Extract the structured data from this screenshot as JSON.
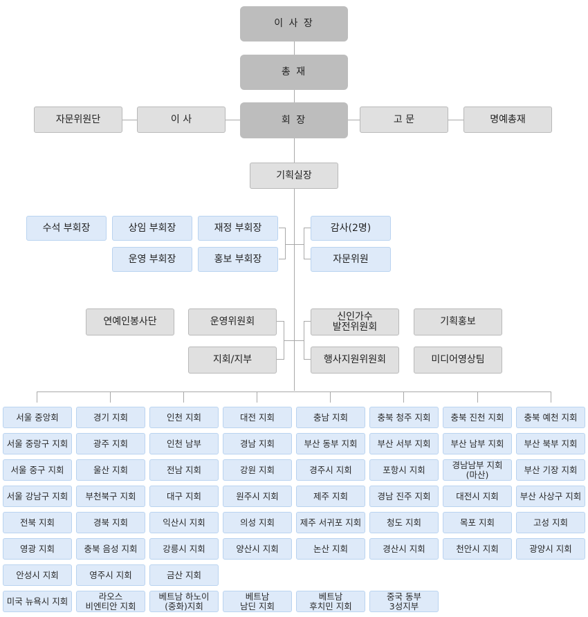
{
  "top": {
    "chairman_board": "이 사 장",
    "president": "총   재",
    "chairman": "회   장",
    "left": [
      "자문위원단",
      "이   사"
    ],
    "right": [
      "고   문",
      "명예총재"
    ],
    "planning_chief": "기획실장"
  },
  "vice": {
    "left": [
      "수석 부회장",
      "상임 부회장",
      "재정 부회장",
      "운영 부회장",
      "홍보 부회장"
    ],
    "right": [
      "감사(2명)",
      "자문위원"
    ]
  },
  "committees": {
    "left": [
      "연예인봉사단",
      "운영위원회",
      "지회/지부"
    ],
    "right": [
      "신인가수\n발전위원회",
      "기획홍보",
      "행사지원위원회",
      "미디어영상팀"
    ]
  },
  "branches": [
    [
      "서울 중앙회",
      "경기 지회",
      "인천 지회",
      "대전 지회",
      "충남 지회",
      "충북 청주 지회",
      "충북 진천 지회",
      "충북 예천 지회"
    ],
    [
      "서울 중랑구 지회",
      "광주 지회",
      "인천 남부",
      "경남 지회",
      "부산 동부 지회",
      "부산 서부 지회",
      "부산 남부 지회",
      "부산 북부 지회"
    ],
    [
      "서울 중구 지회",
      "울산 지회",
      "전남 지회",
      "강원 지회",
      "경주시 지회",
      "포항시 지회",
      "경남남부 지회\n(마산)",
      "부산 기장 지회"
    ],
    [
      "서울 강남구 지회",
      "부천북구 지회",
      "대구 지회",
      "원주시 지회",
      "제주 지회",
      "경남 진주 지회",
      "대전시 지회",
      "부산 사상구 지회"
    ],
    [
      "전북 지회",
      "경북 지회",
      "익산시 지회",
      "의성 지회",
      "제주 서귀포 지회",
      "청도 지회",
      "목포 지회",
      "고성 지회"
    ],
    [
      "영광 지회",
      "충북 음성 지회",
      "강릉시 지회",
      "양산시 지회",
      "논산 지회",
      "경산시 지회",
      "천안시 지회",
      "광양시 지회"
    ],
    [
      "안성시 지회",
      "영주시 지회",
      "금산 지회"
    ],
    [
      "미국 뉴욕시 지회",
      "라오스\n비엔티안 지회",
      "베트남 하노이\n(중화)지회",
      "베트남\n남딘 지회",
      "베트남\n후치민 지회",
      "중국 동부\n3성지부"
    ]
  ]
}
